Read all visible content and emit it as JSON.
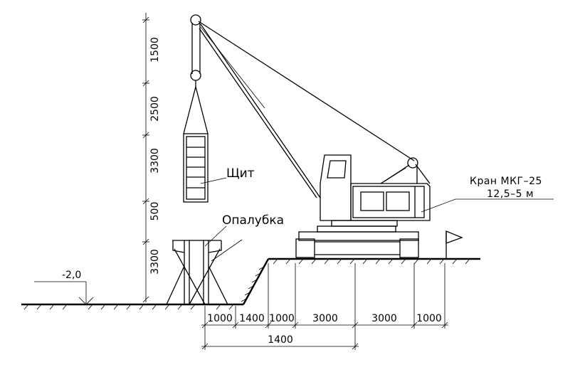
{
  "labels": {
    "shield": "Щит",
    "formwork": "Опалубка",
    "crane_name": "Кран МКГ–25",
    "crane_params": "12,5–5  м",
    "level": "-2,0"
  },
  "vertical_dims": [
    "1500",
    "2500",
    "3300",
    "500",
    "3300"
  ],
  "horizontal_dims": [
    "1000",
    "1400",
    "1000",
    "3000",
    "3000",
    "1000"
  ],
  "bottom_dim": "1400"
}
